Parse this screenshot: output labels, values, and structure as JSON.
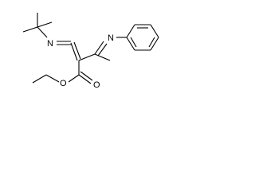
{
  "molecule": {
    "atom_labels": {
      "n_imine_left": "N",
      "n_imine_right": "N",
      "o_carbonyl": "O",
      "o_ester": "O"
    },
    "colors": {
      "bond": "#000000",
      "background": "#ffffff"
    }
  }
}
